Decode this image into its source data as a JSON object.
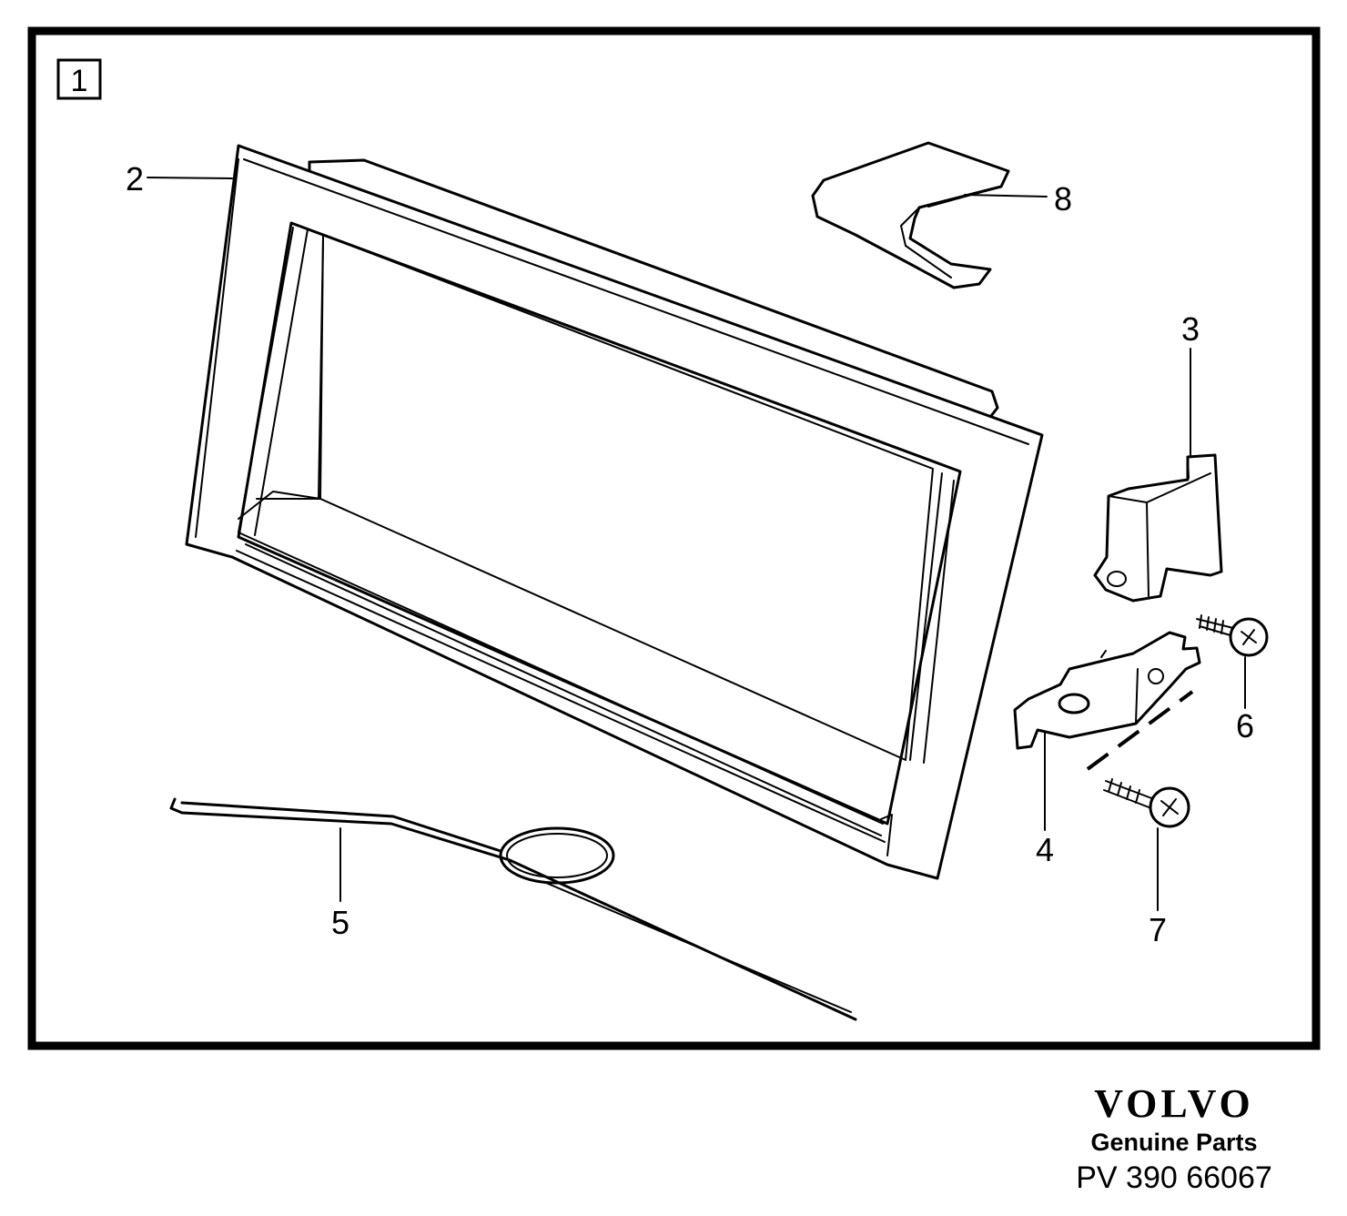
{
  "diagram": {
    "group_number": "1",
    "callouts": [
      {
        "id": "2",
        "label": "2"
      },
      {
        "id": "8",
        "label": "8"
      },
      {
        "id": "3",
        "label": "3"
      },
      {
        "id": "6",
        "label": "6"
      },
      {
        "id": "4",
        "label": "4"
      },
      {
        "id": "7",
        "label": "7"
      },
      {
        "id": "5",
        "label": "5"
      }
    ]
  },
  "brand": {
    "logo_text": "VOLVO",
    "subtitle": "Genuine Parts",
    "reference": "PV 390 66067"
  }
}
